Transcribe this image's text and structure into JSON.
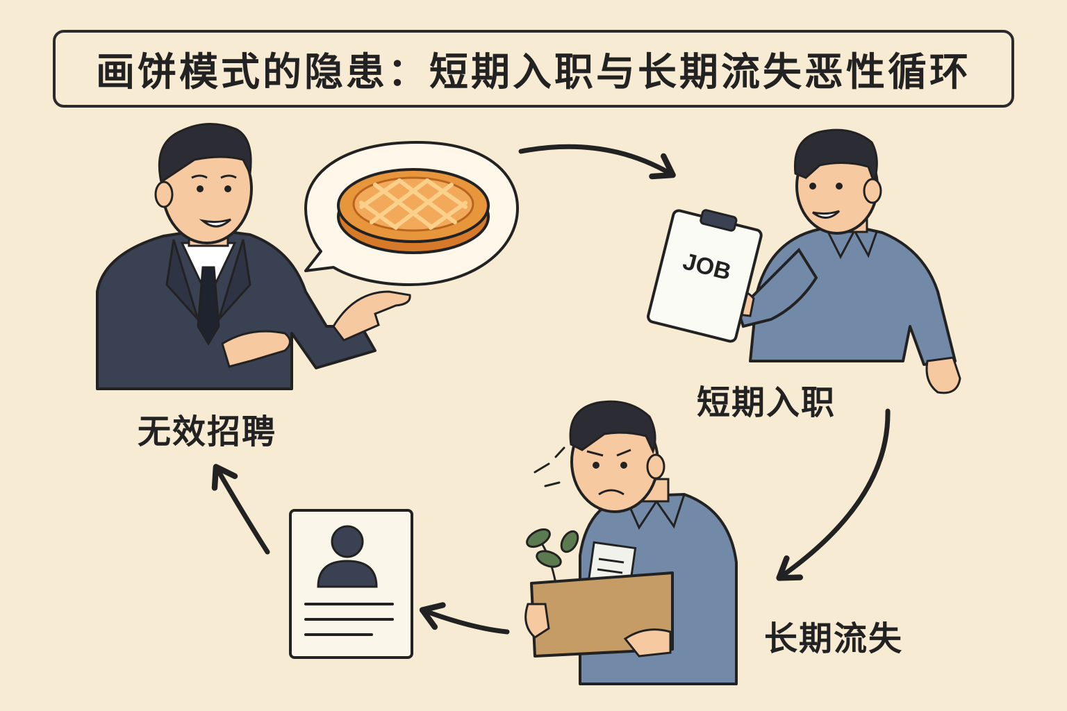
{
  "title": "画饼模式的隐患：短期入职与长期流失恶性循环",
  "stages": {
    "recruit": "无效招聘",
    "onboard": "短期入职",
    "churn": "长期流失"
  },
  "clipboard_text": "JOB",
  "colors": {
    "background": "#f8ebd3",
    "suit": "#3a4152",
    "shirt": "#7289a8",
    "skin": "#f6c9a0",
    "hair": "#2c2c34",
    "pie": "#e8963c",
    "box": "#c69c66"
  },
  "icons": [
    "speech-bubble-icon",
    "pie-icon",
    "clipboard-icon",
    "box-icon",
    "resume-icon",
    "arrow-icon"
  ]
}
